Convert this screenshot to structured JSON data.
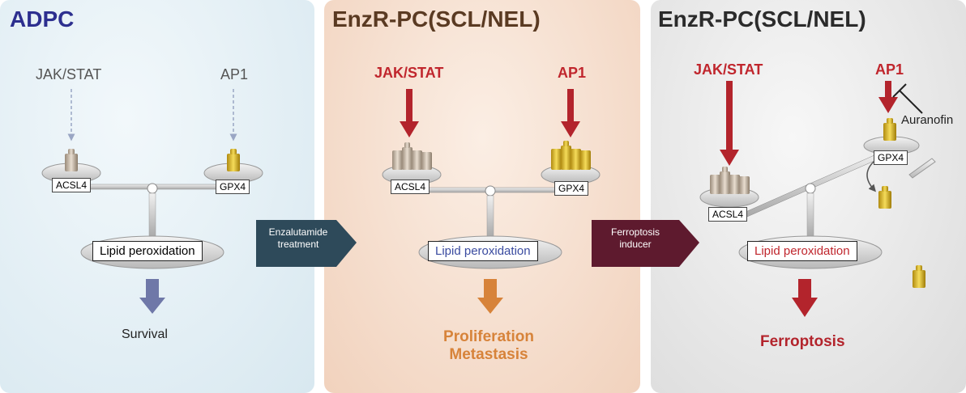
{
  "panels": [
    {
      "title": "ADPC",
      "left_signal": "JAK/STAT",
      "right_signal": "AP1",
      "left_enzyme": "ACSL4",
      "right_enzyme": "GPX4",
      "center": "Lipid peroxidation",
      "outcome": "Survival"
    },
    {
      "title": "EnzR-PC(SCL/NEL)",
      "left_signal": "JAK/STAT",
      "right_signal": "AP1",
      "left_enzyme": "ACSL4",
      "right_enzyme": "GPX4",
      "center": "Lipid peroxidation",
      "outcome_line1": "Proliferation",
      "outcome_line2": "Metastasis"
    },
    {
      "title": "EnzR-PC(SCL/NEL)",
      "left_signal": "JAK/STAT",
      "right_signal": "AP1",
      "inhibitor": "Auranofin",
      "left_enzyme": "ACSL4",
      "right_enzyme": "GPX4",
      "center": "Lipid peroxidation",
      "outcome": "Ferroptosis"
    }
  ],
  "transitions": [
    {
      "line1": "Enzalutamide",
      "line2": "treatment",
      "color": "#2e4a5a"
    },
    {
      "line1": "Ferroptosis",
      "line2": "inducer",
      "color": "#5e1a2e"
    }
  ],
  "colors": {
    "signal_active": "#c0262d",
    "survival_arrow": "#6f78a8",
    "prolif_arrow": "#d7833a",
    "ferro_arrow": "#b3242c"
  }
}
